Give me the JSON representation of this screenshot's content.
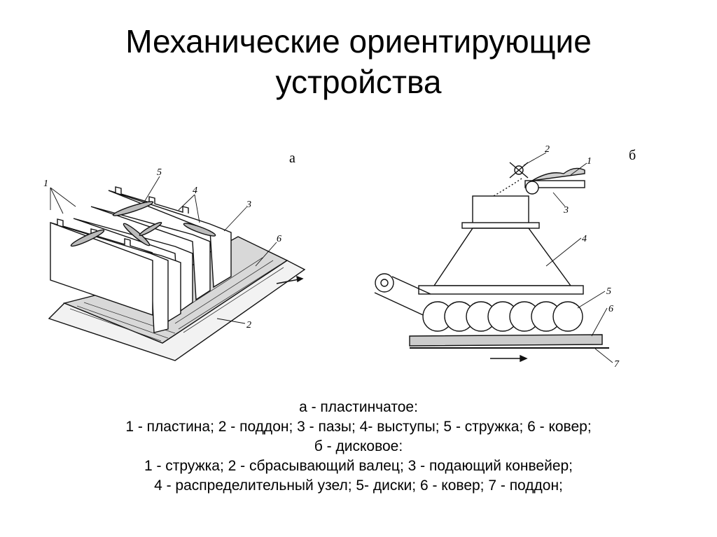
{
  "slide": {
    "title_line1": "Механические ориентирующие",
    "title_line2": "устройства"
  },
  "diagram": {
    "panel_a_label": "а",
    "panel_b_label": "б",
    "panel_a_numbers": [
      "1",
      "5",
      "4",
      "3",
      "6",
      "2"
    ],
    "panel_b_numbers": [
      "2",
      "1",
      "3",
      "4",
      "5",
      "6",
      "7"
    ]
  },
  "caption": {
    "line1": "а - пластинчатое:",
    "line2": "1 - пластина; 2 - поддон; 3 - пазы; 4- выступы; 5 - стружка; 6 - ковер;",
    "line3": "б - дисковое:",
    "line4": "1 - стружка; 2 - сбрасывающий валец; 3 - подающий конвейер;",
    "line5": "4 - распределительный узел; 5- диски; 6 - ковер; 7 - поддон;"
  }
}
